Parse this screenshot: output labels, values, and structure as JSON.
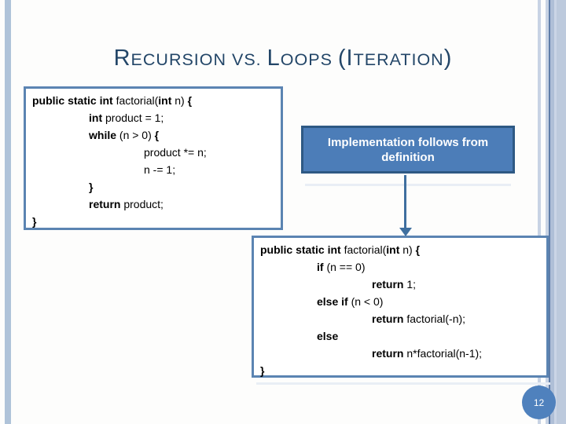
{
  "title": {
    "text": "Recursion vs. Loops (Iteration)",
    "segments": [
      {
        "text": "R",
        "large": true
      },
      {
        "text": "ECURSION VS. ",
        "large": false
      },
      {
        "text": "L",
        "large": true
      },
      {
        "text": "OOPS ",
        "large": false
      },
      {
        "text": "(I",
        "large": true
      },
      {
        "text": "TERATION",
        "large": false
      },
      {
        "text": ")",
        "large": true
      }
    ]
  },
  "code_box_iterative": {
    "lines": [
      {
        "indent": 0,
        "segments": [
          {
            "text": "public static int ",
            "bold": true
          },
          {
            "text": "factorial(",
            "bold": false
          },
          {
            "text": "int",
            "bold": true
          },
          {
            "text": " n) ",
            "bold": false
          },
          {
            "text": "{",
            "bold": true
          }
        ]
      },
      {
        "indent": 1,
        "segments": [
          {
            "text": "int",
            "bold": true
          },
          {
            "text": " product = 1;",
            "bold": false
          }
        ]
      },
      {
        "indent": 1,
        "segments": [
          {
            "text": "while",
            "bold": true
          },
          {
            "text": " (n > 0) ",
            "bold": false
          },
          {
            "text": "{",
            "bold": true
          }
        ]
      },
      {
        "indent": 2,
        "segments": [
          {
            "text": "product *= n;",
            "bold": false
          }
        ]
      },
      {
        "indent": 2,
        "segments": [
          {
            "text": "n -= 1;",
            "bold": false
          }
        ]
      },
      {
        "indent": 1,
        "segments": [
          {
            "text": "}",
            "bold": true
          }
        ]
      },
      {
        "indent": 1,
        "segments": [
          {
            "text": "return",
            "bold": true
          },
          {
            "text": " product;",
            "bold": false
          }
        ]
      },
      {
        "indent": 0,
        "segments": [
          {
            "text": "}",
            "bold": true
          }
        ]
      }
    ]
  },
  "code_box_recursive": {
    "lines": [
      {
        "indent": 0,
        "segments": [
          {
            "text": "public static int ",
            "bold": true
          },
          {
            "text": "factorial(",
            "bold": false
          },
          {
            "text": "int",
            "bold": true
          },
          {
            "text": " n) ",
            "bold": false
          },
          {
            "text": "{",
            "bold": true
          }
        ]
      },
      {
        "indent": 1,
        "segments": [
          {
            "text": "if",
            "bold": true
          },
          {
            "text": " (n == 0)",
            "bold": false
          }
        ]
      },
      {
        "indent": 2,
        "segments": [
          {
            "text": "return",
            "bold": true
          },
          {
            "text": " 1;",
            "bold": false
          }
        ]
      },
      {
        "indent": 1,
        "segments": [
          {
            "text": "else if",
            "bold": true
          },
          {
            "text": " (n < 0)",
            "bold": false
          }
        ]
      },
      {
        "indent": 2,
        "segments": [
          {
            "text": "return",
            "bold": true
          },
          {
            "text": " factorial(-n);",
            "bold": false
          }
        ]
      },
      {
        "indent": 1,
        "segments": [
          {
            "text": "else",
            "bold": true
          }
        ]
      },
      {
        "indent": 2,
        "segments": [
          {
            "text": "return",
            "bold": true
          },
          {
            "text": " n*factorial(n-1);",
            "bold": false
          }
        ]
      },
      {
        "indent": 0,
        "segments": [
          {
            "text": "}",
            "bold": true
          }
        ]
      }
    ]
  },
  "callout": {
    "label": "Implementation follows from definition"
  },
  "page_number": "12",
  "colors": {
    "title": "#234668",
    "box_border": "#5B84B2",
    "callout_fill": "#4C7DB8",
    "callout_border": "#2E5984",
    "arrow": "#3F6F9F",
    "badge_fill": "#4F81BD",
    "stripe_left": "#AFC3D9",
    "stripe_light": "#C8D3E4",
    "stripe_dark": "#5E7CA8",
    "stripe_mid": "#AFBFD7",
    "stripe_lighter": "#CBD5E6",
    "stripe_broad": "#BDCADD"
  }
}
